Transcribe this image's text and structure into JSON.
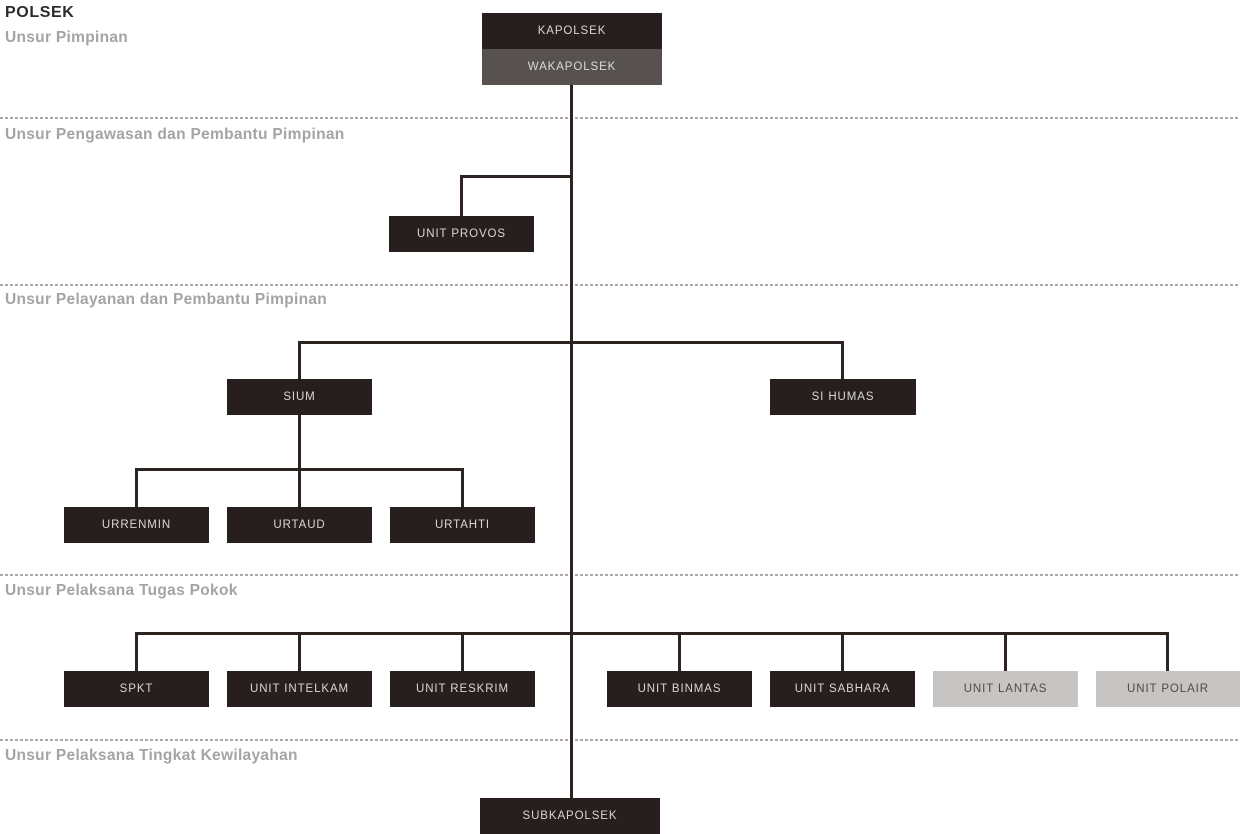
{
  "page": {
    "title": "POLSEK"
  },
  "sections": [
    {
      "label": "Unsur Pimpinan"
    },
    {
      "label": "Unsur Pengawasan dan Pembantu Pimpinan"
    },
    {
      "label": "Unsur Pelayanan dan Pembantu Pimpinan"
    },
    {
      "label": "Unsur Pelaksana Tugas Pokok"
    },
    {
      "label": "Unsur Pelaksana Tingkat Kewilayahan"
    }
  ],
  "nodes": {
    "kapolsek": {
      "label": "KAPOLSEK",
      "variant": "dark"
    },
    "wakapolsek": {
      "label": "WAKAPOLSEK",
      "variant": "gray"
    },
    "unit_provos": {
      "label": "UNIT PROVOS",
      "variant": "dark"
    },
    "sium": {
      "label": "SIUM",
      "variant": "dark"
    },
    "si_humas": {
      "label": "SI HUMAS",
      "variant": "dark"
    },
    "urrenmin": {
      "label": "URRENMIN",
      "variant": "dark"
    },
    "urtaud": {
      "label": "URTAUD",
      "variant": "dark"
    },
    "urtahti": {
      "label": "URTAHTI",
      "variant": "dark"
    },
    "spkt": {
      "label": "SPKT",
      "variant": "dark"
    },
    "unit_intelkam": {
      "label": "UNIT INTELKAM",
      "variant": "dark"
    },
    "unit_reskrim": {
      "label": "UNIT RESKRIM",
      "variant": "dark"
    },
    "unit_binmas": {
      "label": "UNIT BINMAS",
      "variant": "dark"
    },
    "unit_sabhara": {
      "label": "UNIT SABHARA",
      "variant": "dark"
    },
    "unit_lantas": {
      "label": "UNIT LANTAS",
      "variant": "light"
    },
    "unit_polair": {
      "label": "UNIT POLAIR",
      "variant": "light"
    },
    "subkapolsek": {
      "label": "SUBKAPOLSEK",
      "variant": "dark"
    }
  },
  "colors": {
    "node_dark": "#261f1d",
    "node_dark_text": "#d9d7d5",
    "node_gray": "#575250",
    "node_gray_text": "#dcdad8",
    "node_light": "#c6c5c3",
    "node_light_text": "#4e4a48",
    "section_label": "#a4a4a4",
    "title": "#2e2a27",
    "connector": "#2b2421",
    "divider": "#a9a9a9",
    "background": "#ffffff"
  }
}
